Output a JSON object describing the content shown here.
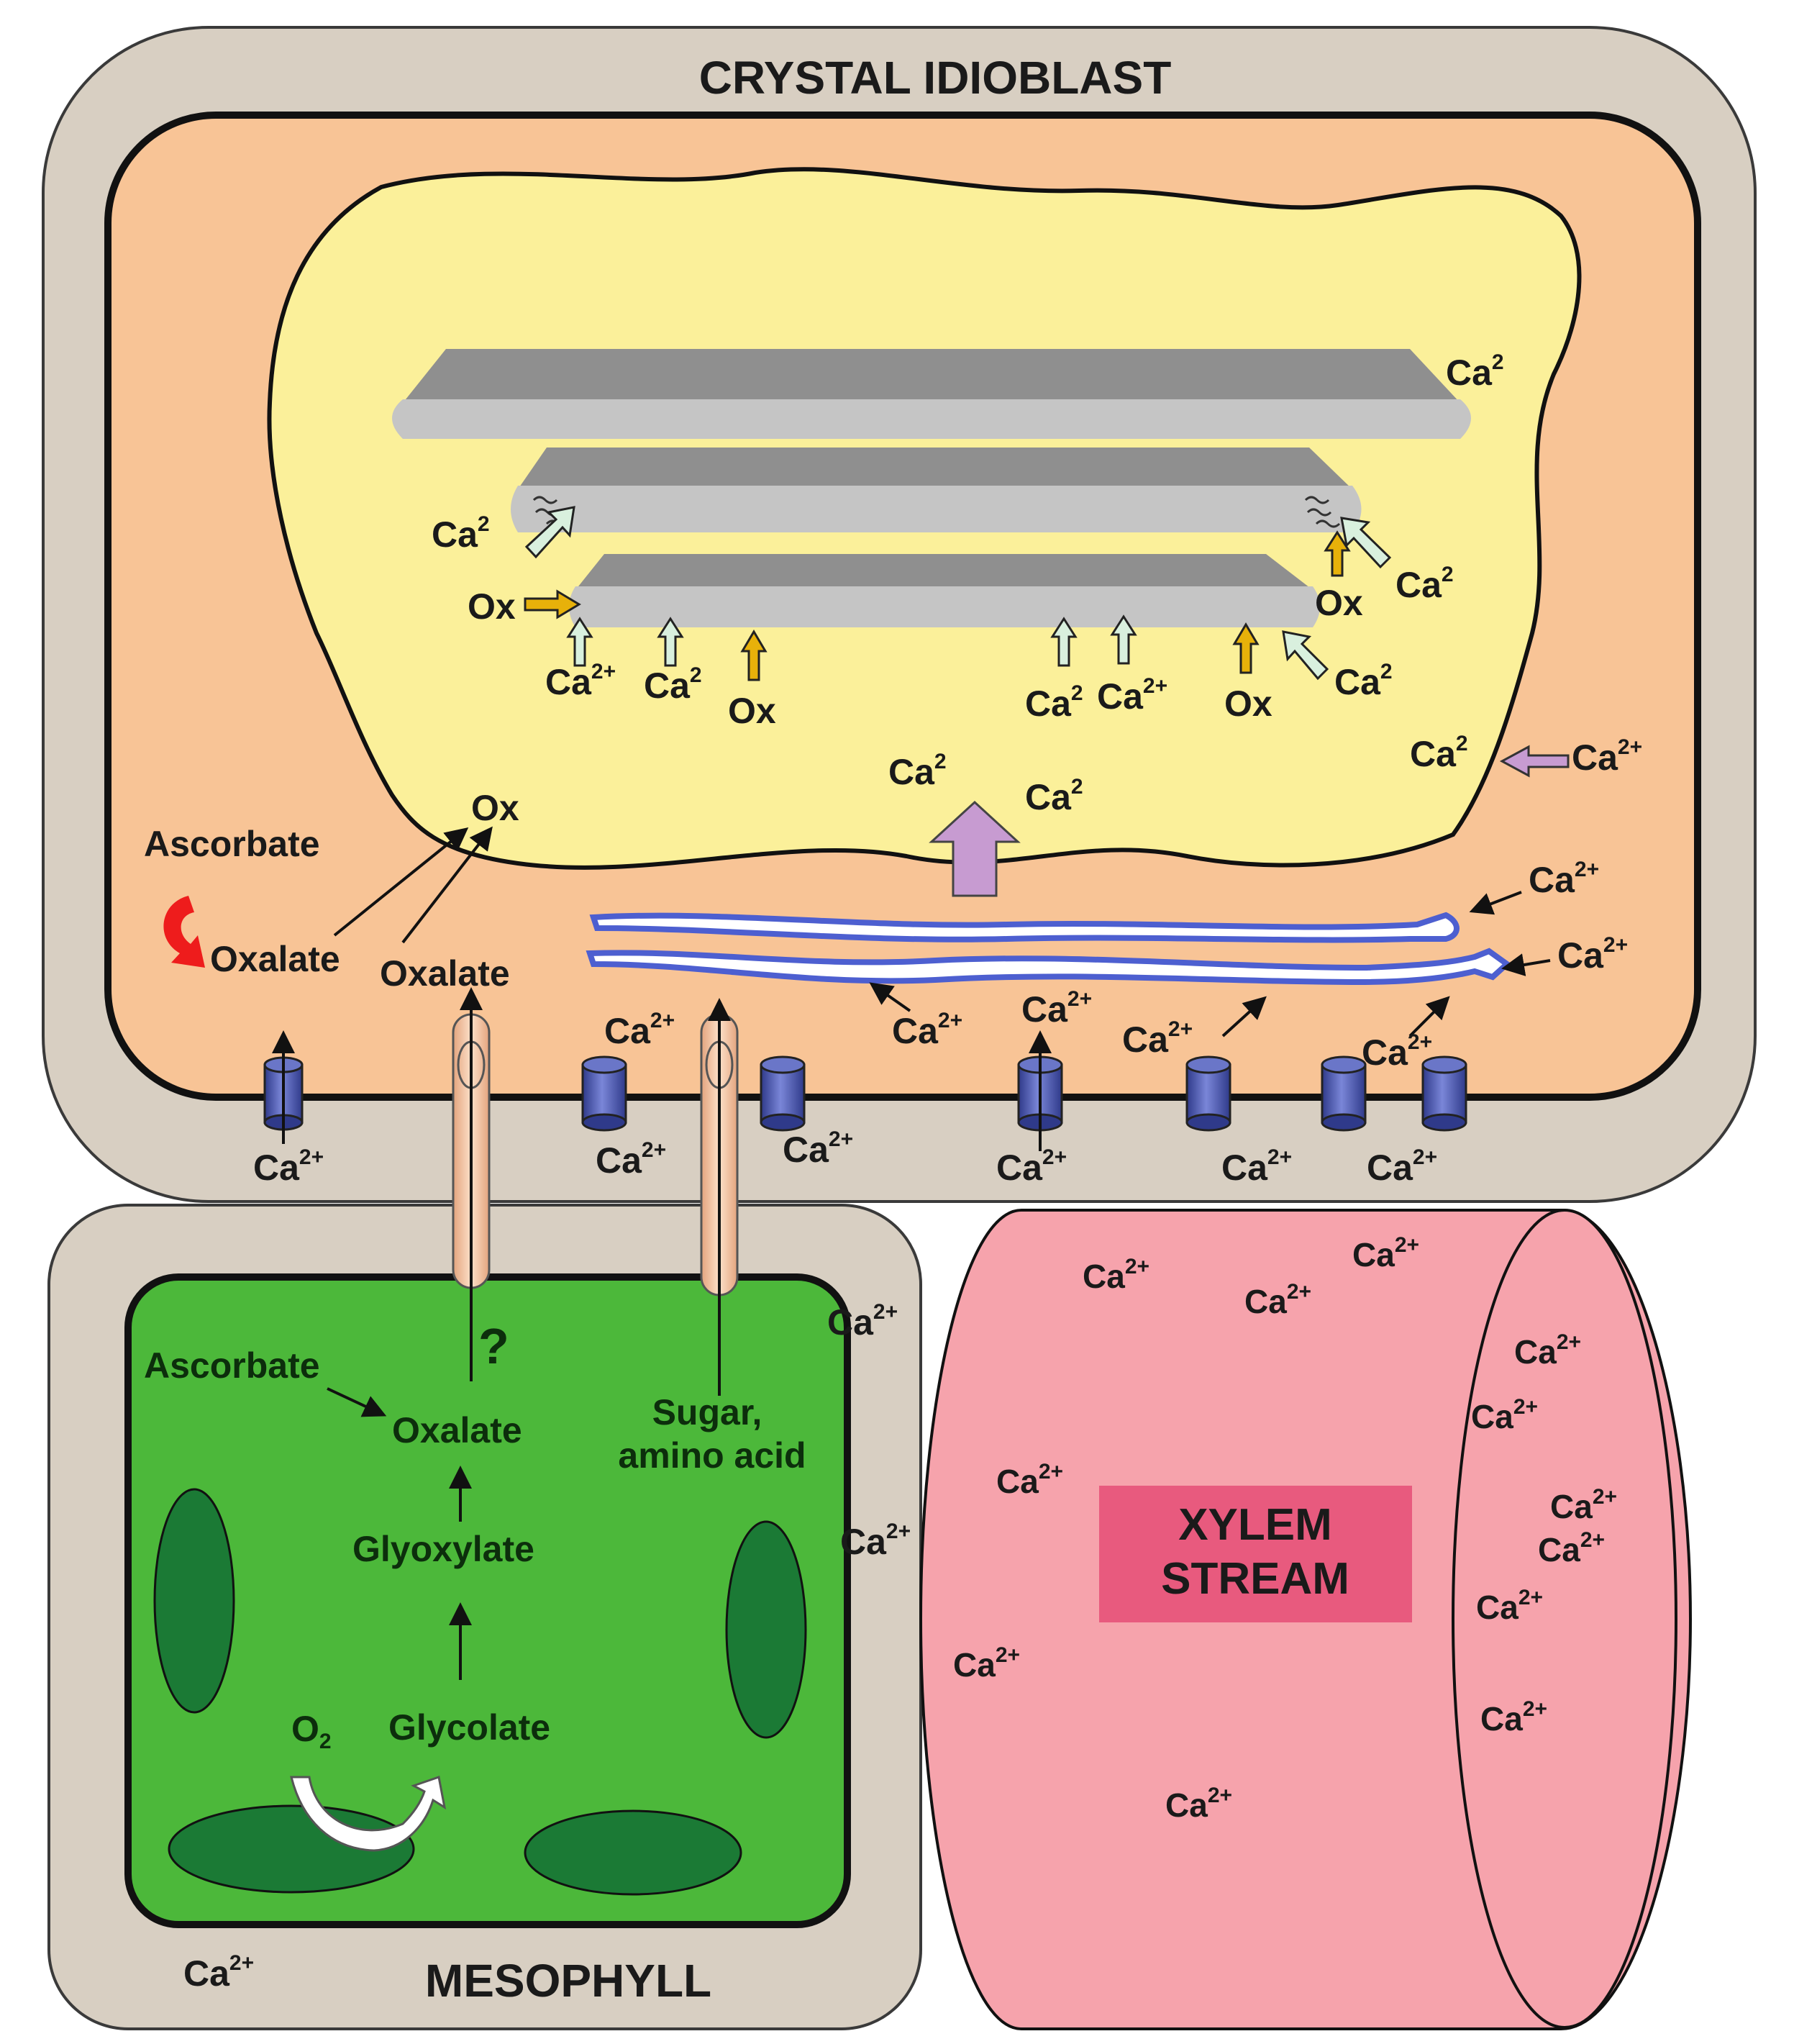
{
  "titles": {
    "idioblast": "CRYSTAL IDIOBLAST",
    "mesophyll": "MESOPHYLL",
    "xylem_line1": "XYLEM",
    "xylem_line2": "STREAM"
  },
  "idioblast_labels": {
    "ascorbate": "Ascorbate",
    "oxalate_left": "Oxalate",
    "oxalate_right": "Oxalate",
    "ox_vacuole": "Ox",
    "ox_crystal_left": "Ox",
    "ox_crystal_right": "Ox",
    "ox_below_left": "Ox",
    "ox_below_right": "Ox",
    "ca_base": "Ca",
    "ca_sup_full": "2+",
    "ca_sup_short": "2"
  },
  "mesophyll_labels": {
    "ascorbate": "Ascorbate",
    "oxalate": "Oxalate",
    "glyoxylate": "Glyoxylate",
    "glycolate": "Glycolate",
    "o2_base": "O",
    "o2_sub": "2",
    "question": "?",
    "sugar_line1": "Sugar,",
    "sugar_line2": "amino acid"
  },
  "colors": {
    "wall_beige": "#d8cfc2",
    "cytoplasm_peach": "#f8c496",
    "vacuole_yellow": "#fbf09a",
    "crystal_gray": "#c4c4c4",
    "crystal_dark": "#8a8a8a",
    "channel_blue": "#4a55a8",
    "er_blue": "#4d5fd0",
    "transporter_peach": "#f6c9a8",
    "mesophyll_green": "#4cb83a",
    "chloroplast_green": "#1b7a35",
    "xylem_pink": "#f6a3ac",
    "xylem_label_bg": "#e85a7e",
    "arrow_yellow": "#e7b10a",
    "arrow_lightgreen": "#d9f0de",
    "arrow_purple": "#c79bd1",
    "arrow_red": "#ee1c1c"
  }
}
